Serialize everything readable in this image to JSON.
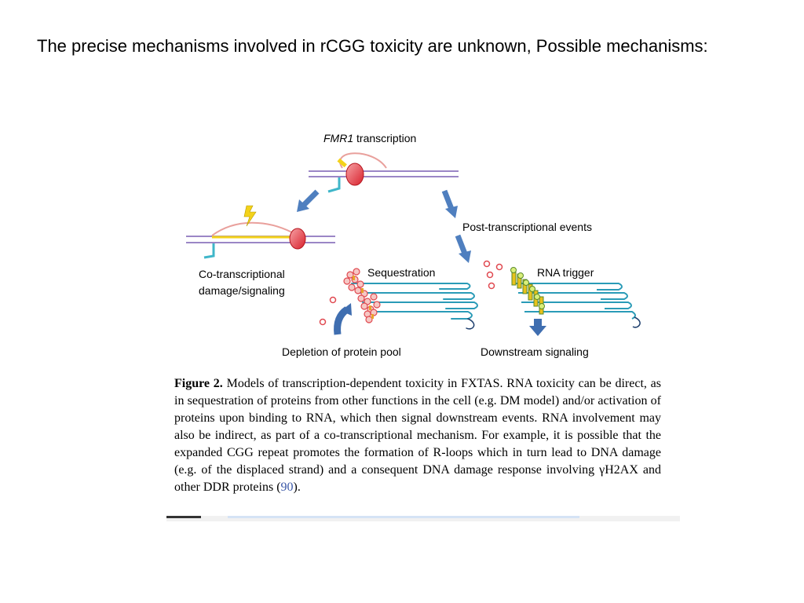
{
  "slide": {
    "heading": "The precise mechanisms involved in rCGG toxicity are unknown, Possible mechanisms:"
  },
  "diagram": {
    "top_label_italic": "FMR1",
    "top_label_rest": " transcription",
    "post_transcriptional": "Post-transcriptional events",
    "cotrans_line1": "Co-transcriptional",
    "cotrans_line2": "damage/signaling",
    "sequestration": "Sequestration",
    "rna_trigger": "RNA trigger",
    "depletion": "Depletion of protein pool",
    "downstream": "Downstream signaling",
    "colors": {
      "dna_strand": "#9b86c6",
      "rnap": "#e8424c",
      "rna": "#e9a09c",
      "teal": "#3fb6c9",
      "arrow_blue": "#4f7fbf",
      "lightning": "#f3d21a",
      "navy_rna": "#1c3d6c"
    }
  },
  "caption": {
    "label": "Figure 2.",
    "text_before_ref": " Models of transcription-dependent toxicity in FXTAS. RNA toxicity can be direct, as in sequestration of proteins from other functions in the cell (e.g. DM model) and/or activation of proteins upon binding to RNA, which then signal downstream events. RNA involvement may also be indirect, as part of a co-transcriptional mechanism. For example, it is possible that the expanded CGG repeat promotes the formation of R-loops which in turn lead to DNA damage (e.g. of the displaced strand) and a consequent DNA damage response involving γH2AX and other DDR proteins (",
    "ref": "90",
    "text_after_ref": ")."
  }
}
